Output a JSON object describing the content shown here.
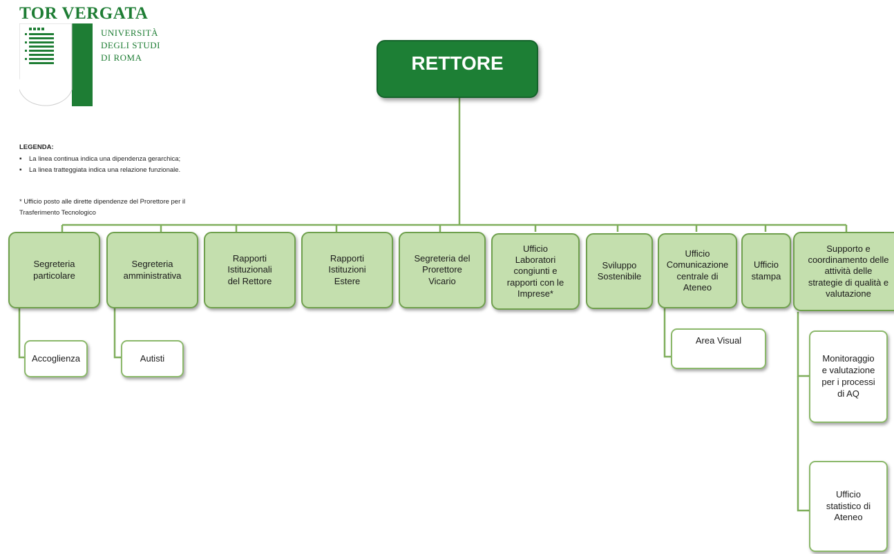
{
  "logo": {
    "title": "TOR VERGATA",
    "line1": "UNIVERSITÀ",
    "line2": "DEGLI STUDI",
    "line3": "DI ROMA"
  },
  "legend": {
    "title": "LEGENDA:",
    "item1": "La linea continua indica una dipendenza gerarchica;",
    "item2": "La linea tratteggiata indica una relazione funzionale.",
    "note1": "* Ufficio posto alle dirette dipendenze del Prorettore per il",
    "note2": "Trasferimento Tecnologico"
  },
  "root": "RETTORE",
  "units": [
    "Segreteria\nparticolare",
    "Segreteria\namministrativa",
    "Rapporti\nIstituzionali\ndel Rettore",
    "Rapporti\nIstituzioni\nEstere",
    "Segreteria del\nProrettore\nVicario",
    "Ufficio\nLaboratori\ncongiunti e\nrapporti con le\nImprese*",
    "Sviluppo\nSostenibile",
    "Ufficio\nComunicazione\ncentrale di\nAteneo",
    "Ufficio\nstampa",
    "Supporto e\ncoordinamento delle\nattività delle\nstrategie di qualità e\nvalutazione"
  ],
  "subunits": {
    "accoglienza": "Accoglienza",
    "autisti": "Autisti",
    "area_visual": "Area Visual",
    "monitoraggio": "Monitoraggio\ne valutazione\nper i processi\ndi AQ",
    "ufficio_statistico": "Ufficio\nstatistico di\nAteneo"
  },
  "colors": {
    "brand_green": "#1e7d34",
    "box_fill": "#c4dfae",
    "box_border": "#6fa04d",
    "line": "#7fae5b"
  }
}
